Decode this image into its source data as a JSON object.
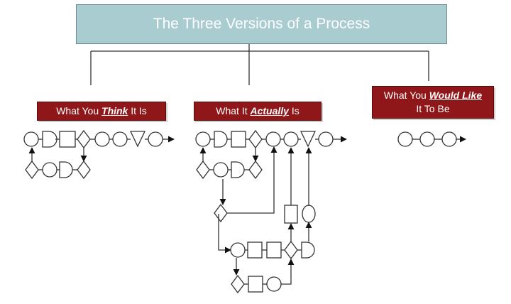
{
  "title": "The Three Versions of a Process",
  "versions": [
    {
      "prefix": "What You ",
      "emphasis": "Think",
      "suffix": " It Is"
    },
    {
      "prefix": "What It ",
      "emphasis": "Actually",
      "suffix": " Is"
    },
    {
      "prefix": "What You ",
      "emphasis": "Would Like",
      "suffix": "It To Be"
    }
  ],
  "colors": {
    "title_bg": "#a9ccd1",
    "label_bg": "#8f1719",
    "stroke": "#333333"
  }
}
